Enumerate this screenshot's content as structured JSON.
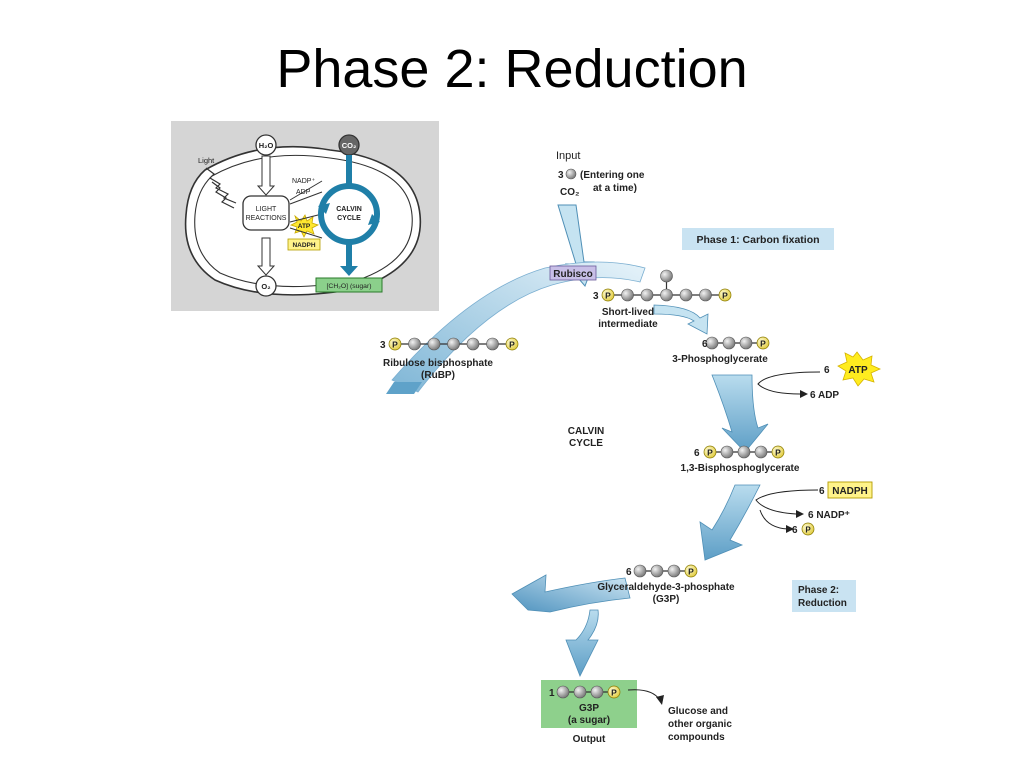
{
  "slide": {
    "title": "Phase 2: Reduction"
  },
  "inset": {
    "h2o": "H₂O",
    "co2": "CO₂",
    "o2": "O₂",
    "light": "Light",
    "nadp": "NADP⁺",
    "adp": "ADP",
    "light_reactions": [
      "LIGHT",
      "REACTIONS"
    ],
    "calvin_cycle": [
      "CALVIN",
      "CYCLE"
    ],
    "atp": "ATP",
    "nadph": "NADPH",
    "sugar": "[CH₂O] (sugar)"
  },
  "diagram": {
    "input_label": "Input",
    "input_count": "3",
    "input_note_1": "(Entering one",
    "input_note_2": "at a time)",
    "co2": "CO₂",
    "phase1_label": "Phase 1: Carbon fixation",
    "rubisco": "Rubisco",
    "intermediate_count": "3",
    "intermediate_1": "Short-lived",
    "intermediate_2": "intermediate",
    "pga_count": "6",
    "pga": "3-Phosphoglycerate",
    "atp_count": "6",
    "atp": "ATP",
    "adp": "6 ADP",
    "rubp_count": "3",
    "rubp_1": "Ribulose bisphosphate",
    "rubp_2": "(RuBP)",
    "calvin_1": "CALVIN",
    "calvin_2": "CYCLE",
    "bpg_count": "6",
    "bpg": "1,3-Bisphosphoglycerate",
    "nadph_count": "6",
    "nadph": "NADPH",
    "nadp_out": "6 NADP⁺",
    "pi_count": "6",
    "g3p_count": "6",
    "g3p_1": "Glyceraldehyde-3-phosphate",
    "g3p_2": "(G3P)",
    "phase2_1": "Phase 2:",
    "phase2_2": "Reduction",
    "output_count": "1",
    "output_1": "G3P",
    "output_2": "(a sugar)",
    "output_3": "Output",
    "glucose_1": "Glucose and",
    "glucose_2": "other organic",
    "glucose_3": "compounds",
    "phosphate": "P"
  }
}
